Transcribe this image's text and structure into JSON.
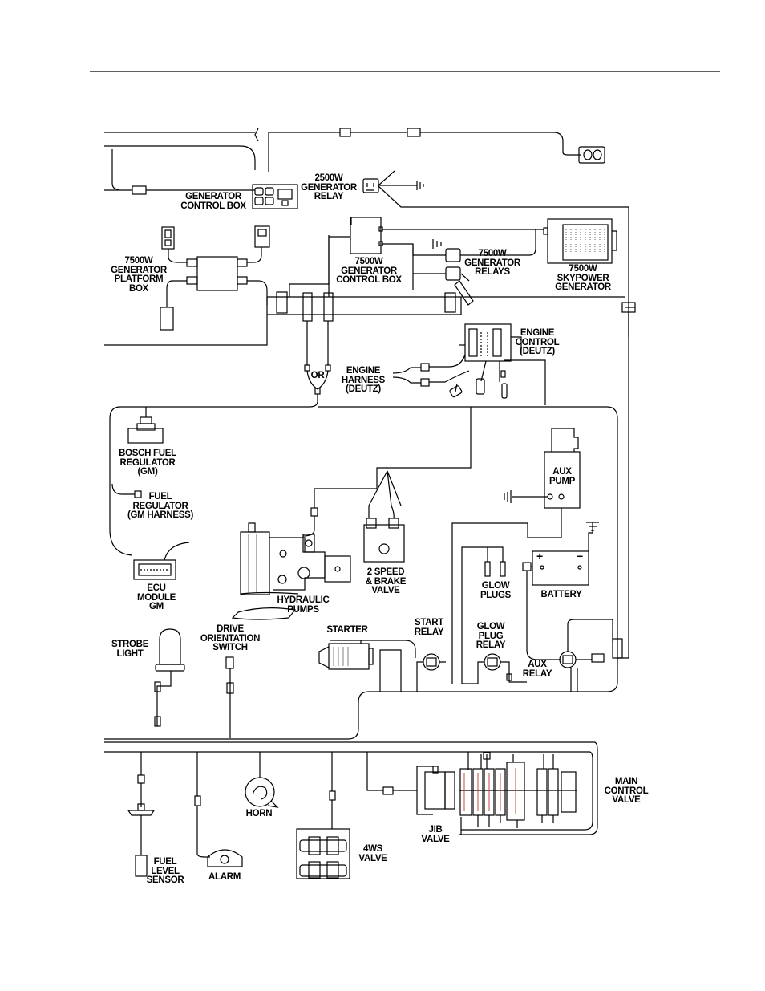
{
  "labels": {
    "gen_control_box": "GENERATOR\nCONTROL BOX",
    "gen_relay_2500": "2500W\nGENERATOR\nRELAY",
    "platform_box_7500": "7500W\nGENERATOR\nPLATFORM\nBOX",
    "control_box_7500": "7500W\nGENERATOR\nCONTROL BOX",
    "relays_7500": "7500W\nGENERATOR\nRELAYS",
    "skypower": "7500W\nSKYPOWER\nGENERATOR",
    "engine_control": "ENGINE\nCONTROL\n(DEUTZ)",
    "or": "OR",
    "engine_harness": "ENGINE\nHARNESS\n(DEUTZ)",
    "bosch_fuel_regulator": "BOSCH FUEL\nREGULATOR\n(GM)",
    "fuel_regulator": "FUEL\nREGULATOR\n(GM HARNESS)",
    "aux_pump": "AUX\nPUMP",
    "ecu_module": "ECU\nMODULE\nGM",
    "hydraulic_pumps": "HYDRAULIC\nPUMPS",
    "two_speed_brake": "2 SPEED\n& BRAKE\nVALVE",
    "glow_plugs": "GLOW\nPLUGS",
    "battery": "BATTERY",
    "battery_plus": "+",
    "battery_minus": "−",
    "strobe_light": "STROBE\nLIGHT",
    "drive_orientation": "DRIVE\nORIENTATION\nSWITCH",
    "starter": "STARTER",
    "start_relay": "START\nRELAY",
    "glow_plug_relay": "GLOW\nPLUG\nRELAY",
    "aux_relay": "AUX\nRELAY",
    "main_control_valve": "MAIN\nCONTROL\nVALVE",
    "horn": "HORN",
    "jib_valve": "JIB\nVALVE",
    "four_ws_valve": "4WS\nVALVE",
    "fuel_level_sensor": "FUEL\nLEVEL\nSENSOR",
    "alarm": "ALARM"
  }
}
